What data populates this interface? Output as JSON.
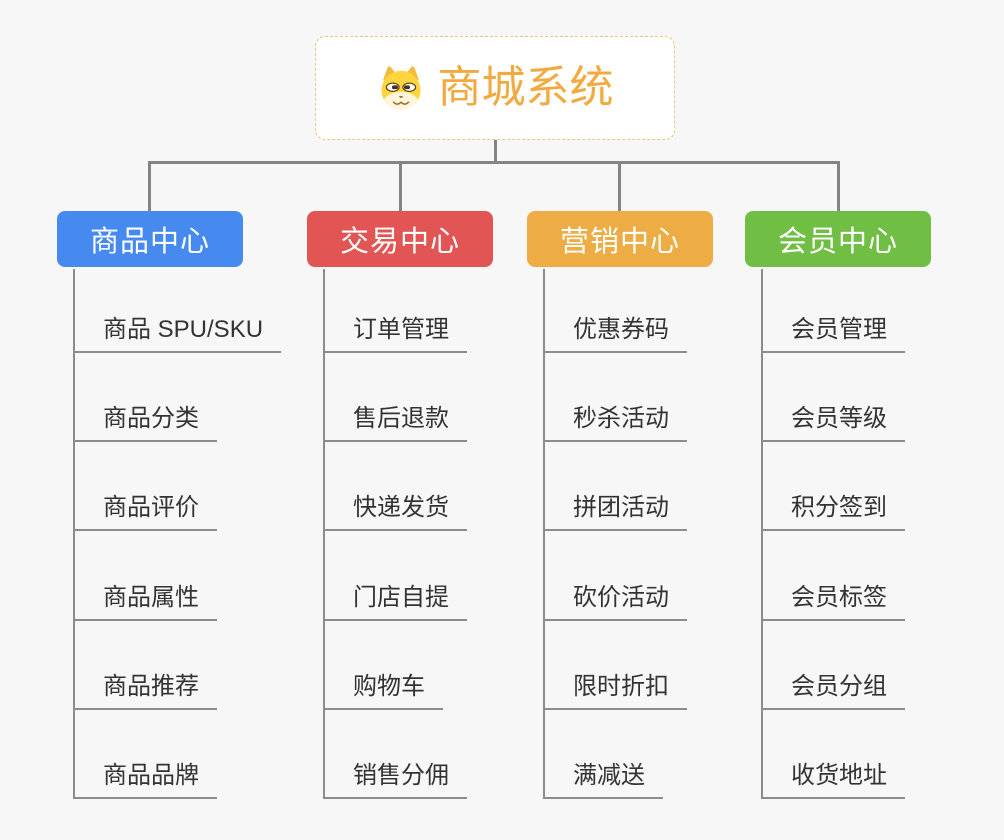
{
  "canvas": {
    "background": "#f7f7f7",
    "connector_color": "#848484"
  },
  "root": {
    "title": "商城系统",
    "icon": "dog-face-icon",
    "title_color": "#f2a93f",
    "border_color": "#eec27d"
  },
  "branches": [
    {
      "label": "商品中心",
      "color": "#4689ef",
      "items": [
        "商品 SPU/SKU",
        "商品分类",
        "商品评价",
        "商品属性",
        "商品推荐",
        "商品品牌"
      ]
    },
    {
      "label": "交易中心",
      "color": "#e15555",
      "items": [
        "订单管理",
        "售后退款",
        "快递发货",
        "门店自提",
        "购物车",
        "销售分佣"
      ]
    },
    {
      "label": "营销中心",
      "color": "#eeac44",
      "items": [
        "优惠券码",
        "秒杀活动",
        "拼团活动",
        "砍价活动",
        "限时折扣",
        "满减送"
      ]
    },
    {
      "label": "会员中心",
      "color": "#70bf44",
      "items": [
        "会员管理",
        "会员等级",
        "积分签到",
        "会员标签",
        "会员分组",
        "收货地址"
      ]
    }
  ]
}
